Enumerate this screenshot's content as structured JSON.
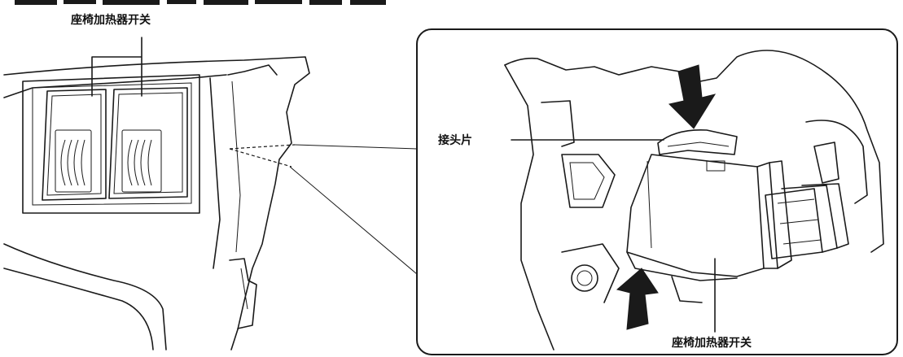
{
  "labels": {
    "top_caption_partial": "",
    "left_switch": "座椅加热器开关",
    "tab": "接头片",
    "right_switch": "座椅加热器开关"
  },
  "icons": {
    "press_down": "arrow-down-icon",
    "press_up": "arrow-up-icon"
  }
}
